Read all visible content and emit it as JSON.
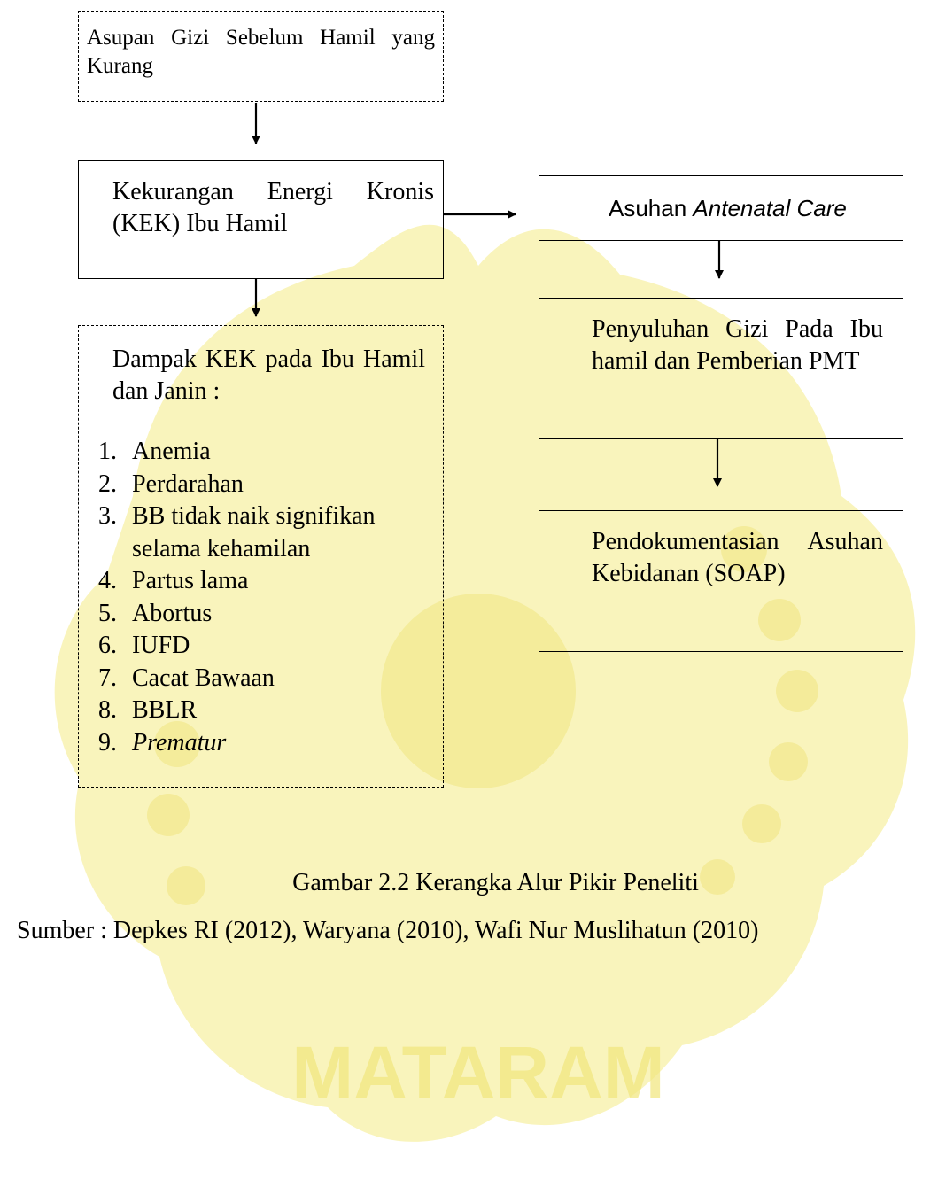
{
  "nodes": {
    "asupan": "Asupan Gizi Sebelum Hamil yang Kurang",
    "kek": "Kekurangan Energi Kronis (KEK) Ibu Hamil",
    "asuhan_prefix": "Asuhan",
    "asuhan_italic": "Antenatal Care",
    "penyuluhan": "Penyuluhan Gizi Pada Ibu hamil dan Pemberian PMT",
    "pendok": "Pendokumentasian Asuhan Kebidanan (SOAP)",
    "dampak_title": "Dampak KEK pada Ibu Hamil dan Janin :"
  },
  "effects": [
    {
      "num": "1.",
      "text": "Anemia"
    },
    {
      "num": "2.",
      "text": "Perdarahan"
    },
    {
      "num": "3.",
      "text": "BB tidak naik signifikan selama kehamilan"
    },
    {
      "num": "4.",
      "text": "Partus lama"
    },
    {
      "num": "5.",
      "text": "Abortus"
    },
    {
      "num": "6.",
      "text": "IUFD"
    },
    {
      "num": "7.",
      "text": "Cacat Bawaan"
    },
    {
      "num": "8.",
      "text": "BBLR"
    },
    {
      "num": "9.",
      "text": "Prematur"
    }
  ],
  "caption": "Gambar 2.2 Kerangka Alur Pikir Peneliti",
  "source": "Sumber : Depkes RI (2012), Waryana (2010), Wafi Nur Muslihatun (2010)",
  "watermark": {
    "text": "MATARAM",
    "color": "#f6ee9a"
  }
}
